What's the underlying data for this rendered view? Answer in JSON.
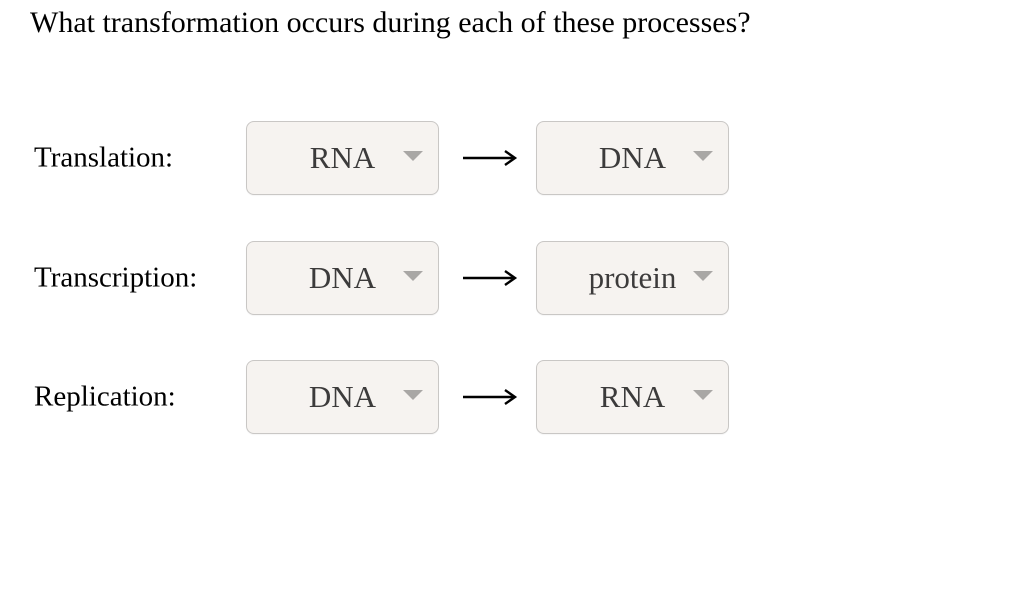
{
  "question": {
    "title": "What transformation occurs during each of these processes?"
  },
  "rows": [
    {
      "label": "Translation:",
      "from": "RNA",
      "to": "DNA"
    },
    {
      "label": "Transcription:",
      "from": "DNA",
      "to": "protein"
    },
    {
      "label": "Replication:",
      "from": "DNA",
      "to": "RNA"
    }
  ],
  "icons": {
    "dropdown_caret": "chevron-down-icon",
    "between_arrow": "right-arrow-icon",
    "between_arrow_glyph": "⟶"
  },
  "colors": {
    "page_background": "#ffffff",
    "dropdown_background": "#f6f3f0",
    "dropdown_border": "#c9c7c5",
    "dropdown_text": "#3c3b3b",
    "caret": "#a9a7a5",
    "label_text": "#000000",
    "arrow": "#000000"
  }
}
